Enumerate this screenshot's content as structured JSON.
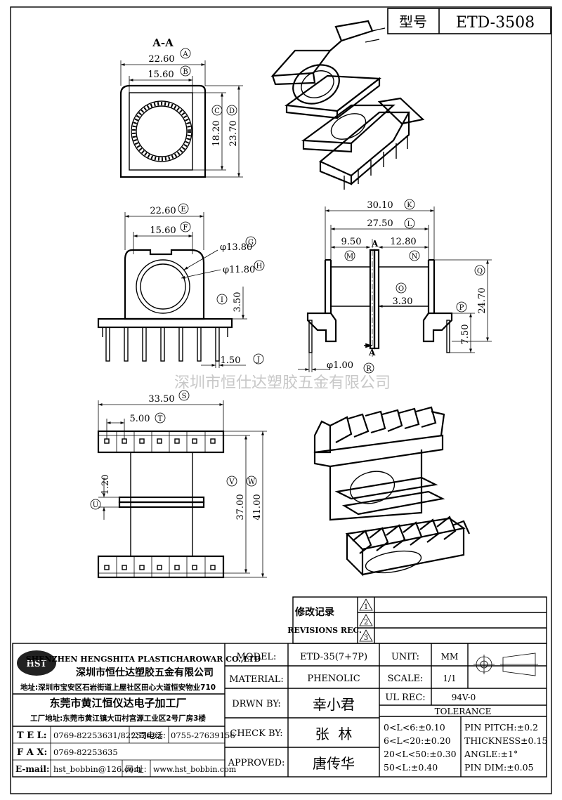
{
  "part_header": {
    "label": "型号",
    "value": "ETD-3508"
  },
  "section_label": "A-A",
  "dims": {
    "a": "22.60",
    "b": "15.60",
    "c": "18.20",
    "d": "23.70",
    "e": "22.60",
    "f": "15.60",
    "g": "φ13.80",
    "h": "φ11.80",
    "i": "3.50",
    "j": "1.50",
    "k": "30.10",
    "l": "27.50",
    "m": "9.50",
    "n": "12.80",
    "o": "3.30",
    "p": "7.50",
    "q": "24.70",
    "r": "φ1.00",
    "s": "33.50",
    "t": "5.00",
    "u": "1.20",
    "v": "37.00",
    "w": "41.00"
  },
  "markers": {
    "a": "A",
    "b": "B",
    "c": "C",
    "d": "D",
    "e": "E",
    "f": "F",
    "g": "G",
    "h": "H",
    "i": "I",
    "j": "J",
    "k": "K",
    "l": "L",
    "m": "M",
    "n": "N",
    "o": "O",
    "p": "P",
    "q": "Q",
    "r": "R",
    "s": "S",
    "t": "T",
    "u": "U",
    "v": "V",
    "w": "W"
  },
  "section_marks": {
    "top": "A",
    "bottom": "A"
  },
  "watermark": "深圳市恒仕达塑胶五金有限公司",
  "revisions": {
    "label_cn": "修改记录",
    "label_en": "REVISIONS REC.",
    "rows": [
      "1",
      "2",
      "3"
    ]
  },
  "company": {
    "logo": "HST",
    "name_en": "SHENZHEN HENGSHITA PLASTICHAROWAR CO.,LTD",
    "name_cn": "深圳市恒仕达塑胶五金有限公司",
    "address": "地址:深圳市宝安区石岩街道上屋社区田心大道恒安物业710",
    "factory": "东莞市黄江恒仪达电子加工厂",
    "factory_address": "工厂地址:东莞市黄江镇大冚村宫源工业区2号厂房3楼",
    "tel_label": "T E L:",
    "tel": "0769-82253631/82253632",
    "company_phone_label": "公司电话:",
    "company_phone": "0755-27639156",
    "fax_label": "F A X:",
    "fax": "0769-82253635",
    "email_label": "E-mail:",
    "email": "hst_bobbin@126.com",
    "web_label": "网 址:",
    "web": "www.hst_bobbin.com"
  },
  "specs": {
    "model_label": "MODEL:",
    "model": "ETD-35(7+7P)",
    "material_label": "MATERIAL:",
    "material": "PHENOLIC",
    "drawn_label": "DRWN BY:",
    "drawn": "幸小君",
    "check_label": "CHECK BY:",
    "check": "张  林",
    "approved_label": "APPROVED:",
    "approved": "唐传华",
    "unit_label": "UNIT:",
    "unit": "MM",
    "scale_label": "SCALE:",
    "scale": "1/1",
    "ul_label": "UL REC:",
    "ul": "94V-0",
    "tolerance_label": "TOLERANCE",
    "tol_1": "0<L<6:±0.10",
    "tol_2": "6<L<20:±0.20",
    "tol_3": "20<L<50:±0.30",
    "tol_4": "50<L:±0.40",
    "pin_pitch": "PIN PITCH:±0.2",
    "thickness": "THICKNESS±0.15",
    "angle": "ANGLE:±1°",
    "pin_dim": "PIN DIM:±0.05"
  }
}
